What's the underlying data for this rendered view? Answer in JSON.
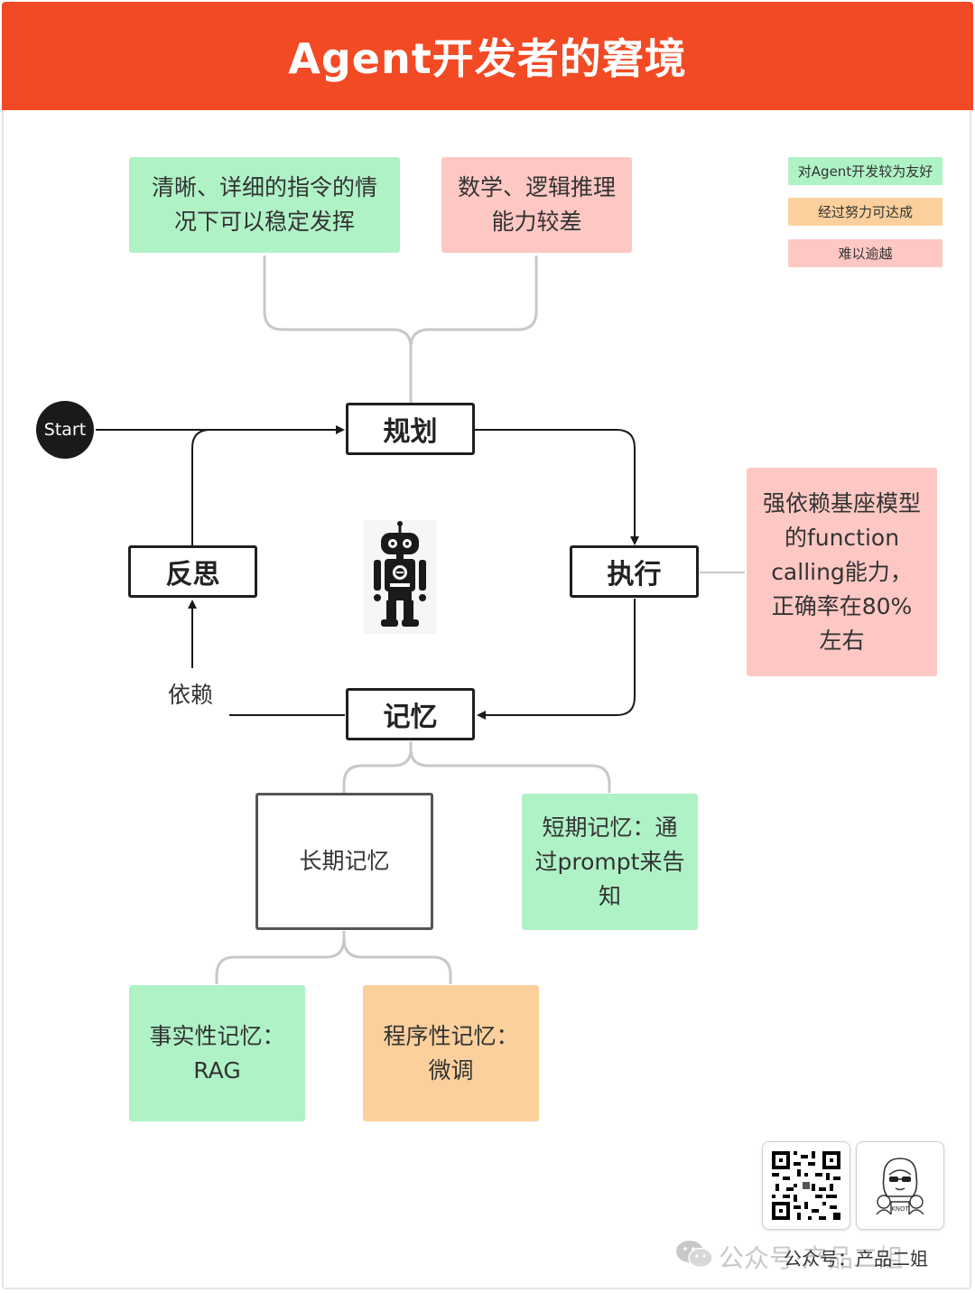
{
  "header": {
    "title": "Agent开发者的窘境"
  },
  "legend": {
    "friendly": "对Agent开发较为友好",
    "achievable": "经过努力可达成",
    "hard": "难以逾越"
  },
  "top_notes": {
    "instruction": "清晰、详细的指令的情况下可以稳定发挥",
    "math": "数学、逻辑推理能力较差"
  },
  "nodes": {
    "start": "Start",
    "plan": "规划",
    "execute": "执行",
    "reflect": "反思",
    "memory": "记忆"
  },
  "edge_labels": {
    "depend": "依赖"
  },
  "side_note": {
    "function_calling": "强依赖基座模型的function calling能力，正确率在80%左右"
  },
  "memory": {
    "long_term": "长期记忆",
    "short_term": "短期记忆：通过prompt来告知",
    "factual": "事实性记忆：RAG",
    "procedural": "程序性记忆：微调"
  },
  "footer": {
    "watermark": "公众号·产品二姐",
    "source": "公众号：产品二姐",
    "avatar_caption": "KNOT"
  },
  "colors": {
    "header": "#f24a24",
    "green": "#aff2c6",
    "pink": "#fdc8c3",
    "orange": "#fbd09c"
  }
}
